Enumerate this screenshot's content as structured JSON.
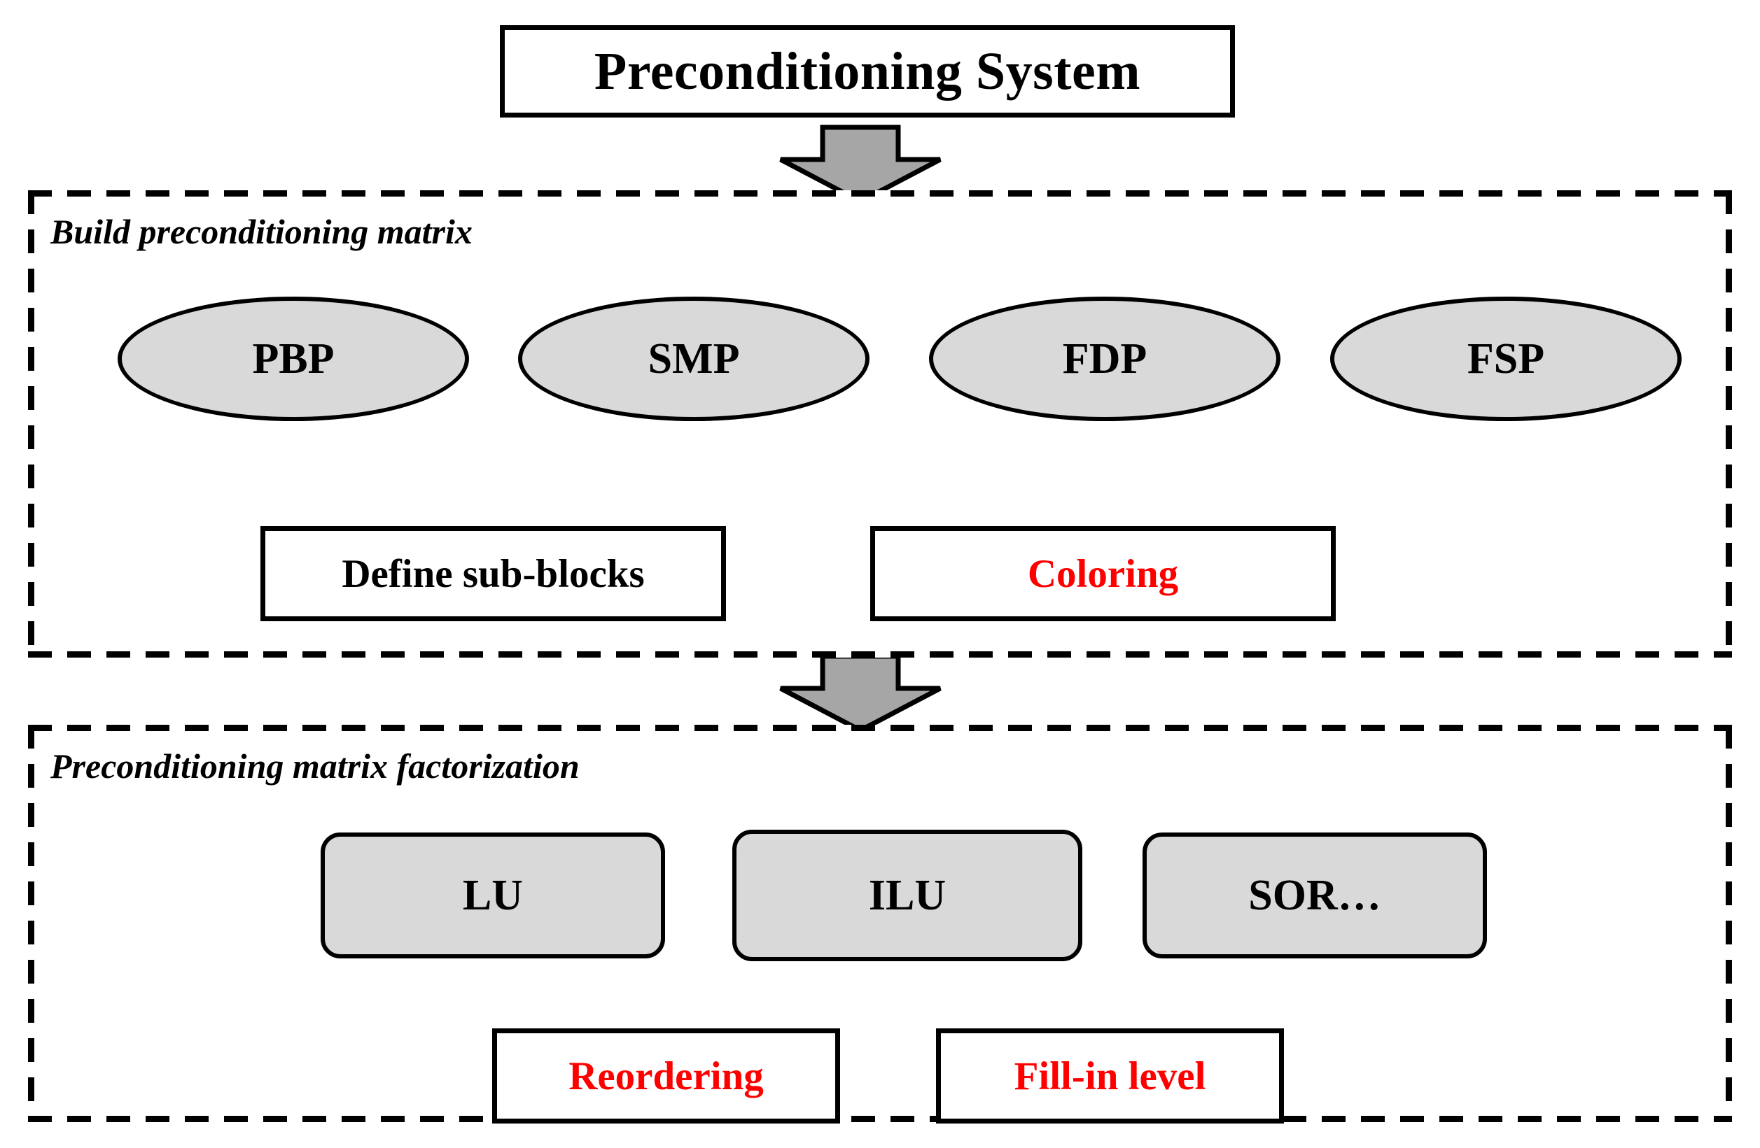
{
  "diagram": {
    "title": "Preconditioning System",
    "colors": {
      "highlight": "#ff0000",
      "node_fill": "#d9d9d9",
      "arrow_fill": "#a6a6a6",
      "outline": "#000000",
      "background": "#ffffff"
    },
    "groups": [
      {
        "id": "build",
        "label": "Build preconditioning matrix",
        "ellipses": [
          {
            "label": "PBP"
          },
          {
            "label": "SMP"
          },
          {
            "label": "FDP"
          },
          {
            "label": "FSP"
          }
        ],
        "boxes": [
          {
            "label": "Define sub-blocks",
            "color": "black"
          },
          {
            "label": "Coloring",
            "color": "red"
          }
        ]
      },
      {
        "id": "factorization",
        "label": "Preconditioning matrix factorization",
        "methods": [
          {
            "label": "LU"
          },
          {
            "label": "ILU"
          },
          {
            "label": "SOR…"
          }
        ],
        "boxes": [
          {
            "label": "Reordering",
            "color": "red"
          },
          {
            "label": "Fill-in level",
            "color": "red"
          }
        ]
      }
    ],
    "flow_arrows": [
      {
        "from": "Preconditioning System",
        "to": "Build preconditioning matrix",
        "style": "block-arrow-down"
      },
      {
        "from": "Build preconditioning matrix",
        "to": "Preconditioning matrix factorization",
        "style": "block-arrow-down"
      }
    ],
    "connectors": [
      {
        "from": "FDP",
        "to": "Coloring",
        "style": "line-arrow-down"
      },
      {
        "from": "ILU",
        "to": "Reordering",
        "style": "elbow-arrow-down"
      },
      {
        "from": "ILU",
        "to": "Fill-in level",
        "style": "elbow-arrow-down"
      }
    ]
  }
}
